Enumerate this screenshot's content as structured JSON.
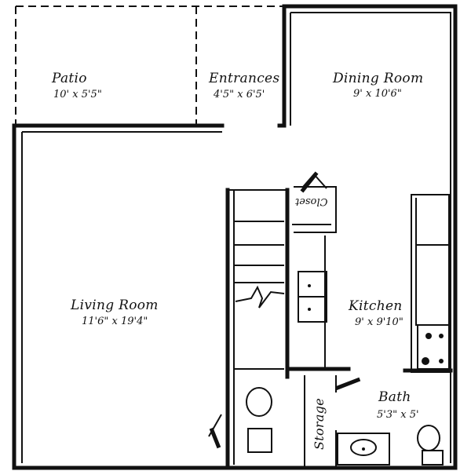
{
  "rooms": {
    "patio": {
      "name": "Patio",
      "dims": "10' x 5'5\""
    },
    "entrances": {
      "name": "Entrances",
      "dims": "4'5\" x 6'5'"
    },
    "dining": {
      "name": "Dining Room",
      "dims": "9' x 10'6\""
    },
    "living": {
      "name": "Living Room",
      "dims": "11'6\" x 19'4\""
    },
    "kitchen": {
      "name": "Kitchen",
      "dims": "9' x 9'10\""
    },
    "bath": {
      "name": "Bath",
      "dims": "5'3\" x 5'"
    },
    "closet": {
      "name": "Closet"
    },
    "storage": {
      "name": "Storage"
    }
  }
}
